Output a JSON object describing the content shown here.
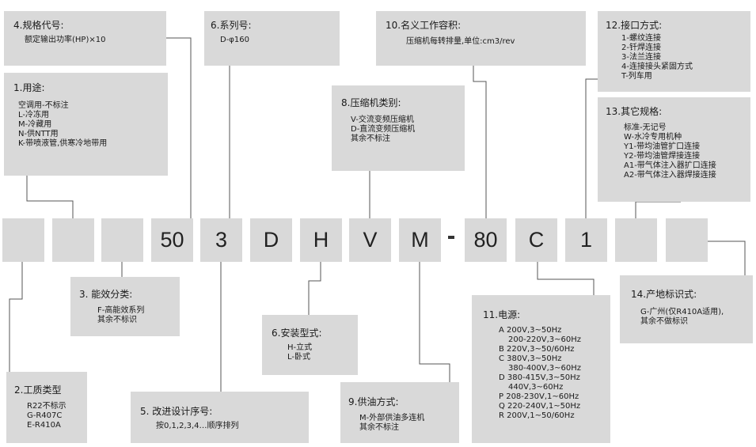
{
  "code_cells": [
    "",
    "",
    "",
    "50",
    "3",
    "D",
    "H",
    "V",
    "M",
    "80",
    "C",
    "1",
    "",
    ""
  ],
  "code_dash": "-",
  "boxes": {
    "spec_code": {
      "title": "4.规格代号:",
      "lines": [
        "额定输出功率(HP)×10"
      ]
    },
    "series": {
      "title": "6.系列号:",
      "lines": [
        "D-φ160"
      ]
    },
    "displacement": {
      "title": "10.名义工作容积:",
      "lines": [
        "压缩机每转排量,单位:cm3/rev"
      ]
    },
    "connection": {
      "title": "12.接口方式:",
      "lines": [
        "1-螺纹连接",
        "2-钎焊连接",
        "3-法兰连接",
        "4-连接接头紧固方式",
        "T-列车用"
      ]
    },
    "usage": {
      "title": "1.用途:",
      "lines": [
        "空调用-不标注",
        "L-冷冻用",
        "M-冷藏用",
        "N-供NTT用",
        "K-带喷液管,供寒冷地带用"
      ]
    },
    "compressor_type": {
      "title": "8.压缩机类别:",
      "lines": [
        "V-交流变频压缩机",
        "D-直流变频压缩机",
        "其余不标注"
      ]
    },
    "other_specs": {
      "title": "13.其它规格:",
      "lines": [
        "标准-无记号",
        "W-水冷专用机种",
        "Y1-带均油管扩口连接",
        "Y2-带均油管焊接连接",
        "A1-带气体注入器扩口连接",
        "A2-带气体注入器焊接连接"
      ]
    },
    "efficiency": {
      "title": "3. 能效分类:",
      "lines": [
        "F-高能效系列",
        "其余不标识"
      ]
    },
    "origin": {
      "title": "14.产地标识式:",
      "lines": [
        "G-广州(仅R410A适用),",
        "其余不做标识"
      ]
    },
    "mounting": {
      "title": "6.安装型式:",
      "lines": [
        "H-立式",
        "L-卧式"
      ]
    },
    "power": {
      "title": "11.电源:",
      "lines": [
        "A 200V,3~50Hz",
        "200-220V,3~60Hz",
        "B 220V,3~50/60Hz",
        "C 380V,3~50Hz",
        "380-400V,3~60Hz",
        "D 380-415V,3~50Hz",
        "440V,3~60Hz",
        "P 208-230V,1~60Hz",
        "Q 220-240V,1~50Hz",
        "R 200V,1~50/60Hz"
      ]
    },
    "refrigerant": {
      "title": "2.工质类型",
      "lines": [
        "R22不标示",
        "G-R407C",
        "E-R410A"
      ]
    },
    "design_seq": {
      "title": "5. 改进设计序号:",
      "lines": [
        "按0,1,2,3,4…顺序排列"
      ]
    },
    "oil_supply": {
      "title": "9.供油方式:",
      "lines": [
        "M-外部供油多连机",
        "其余不标注"
      ]
    }
  }
}
